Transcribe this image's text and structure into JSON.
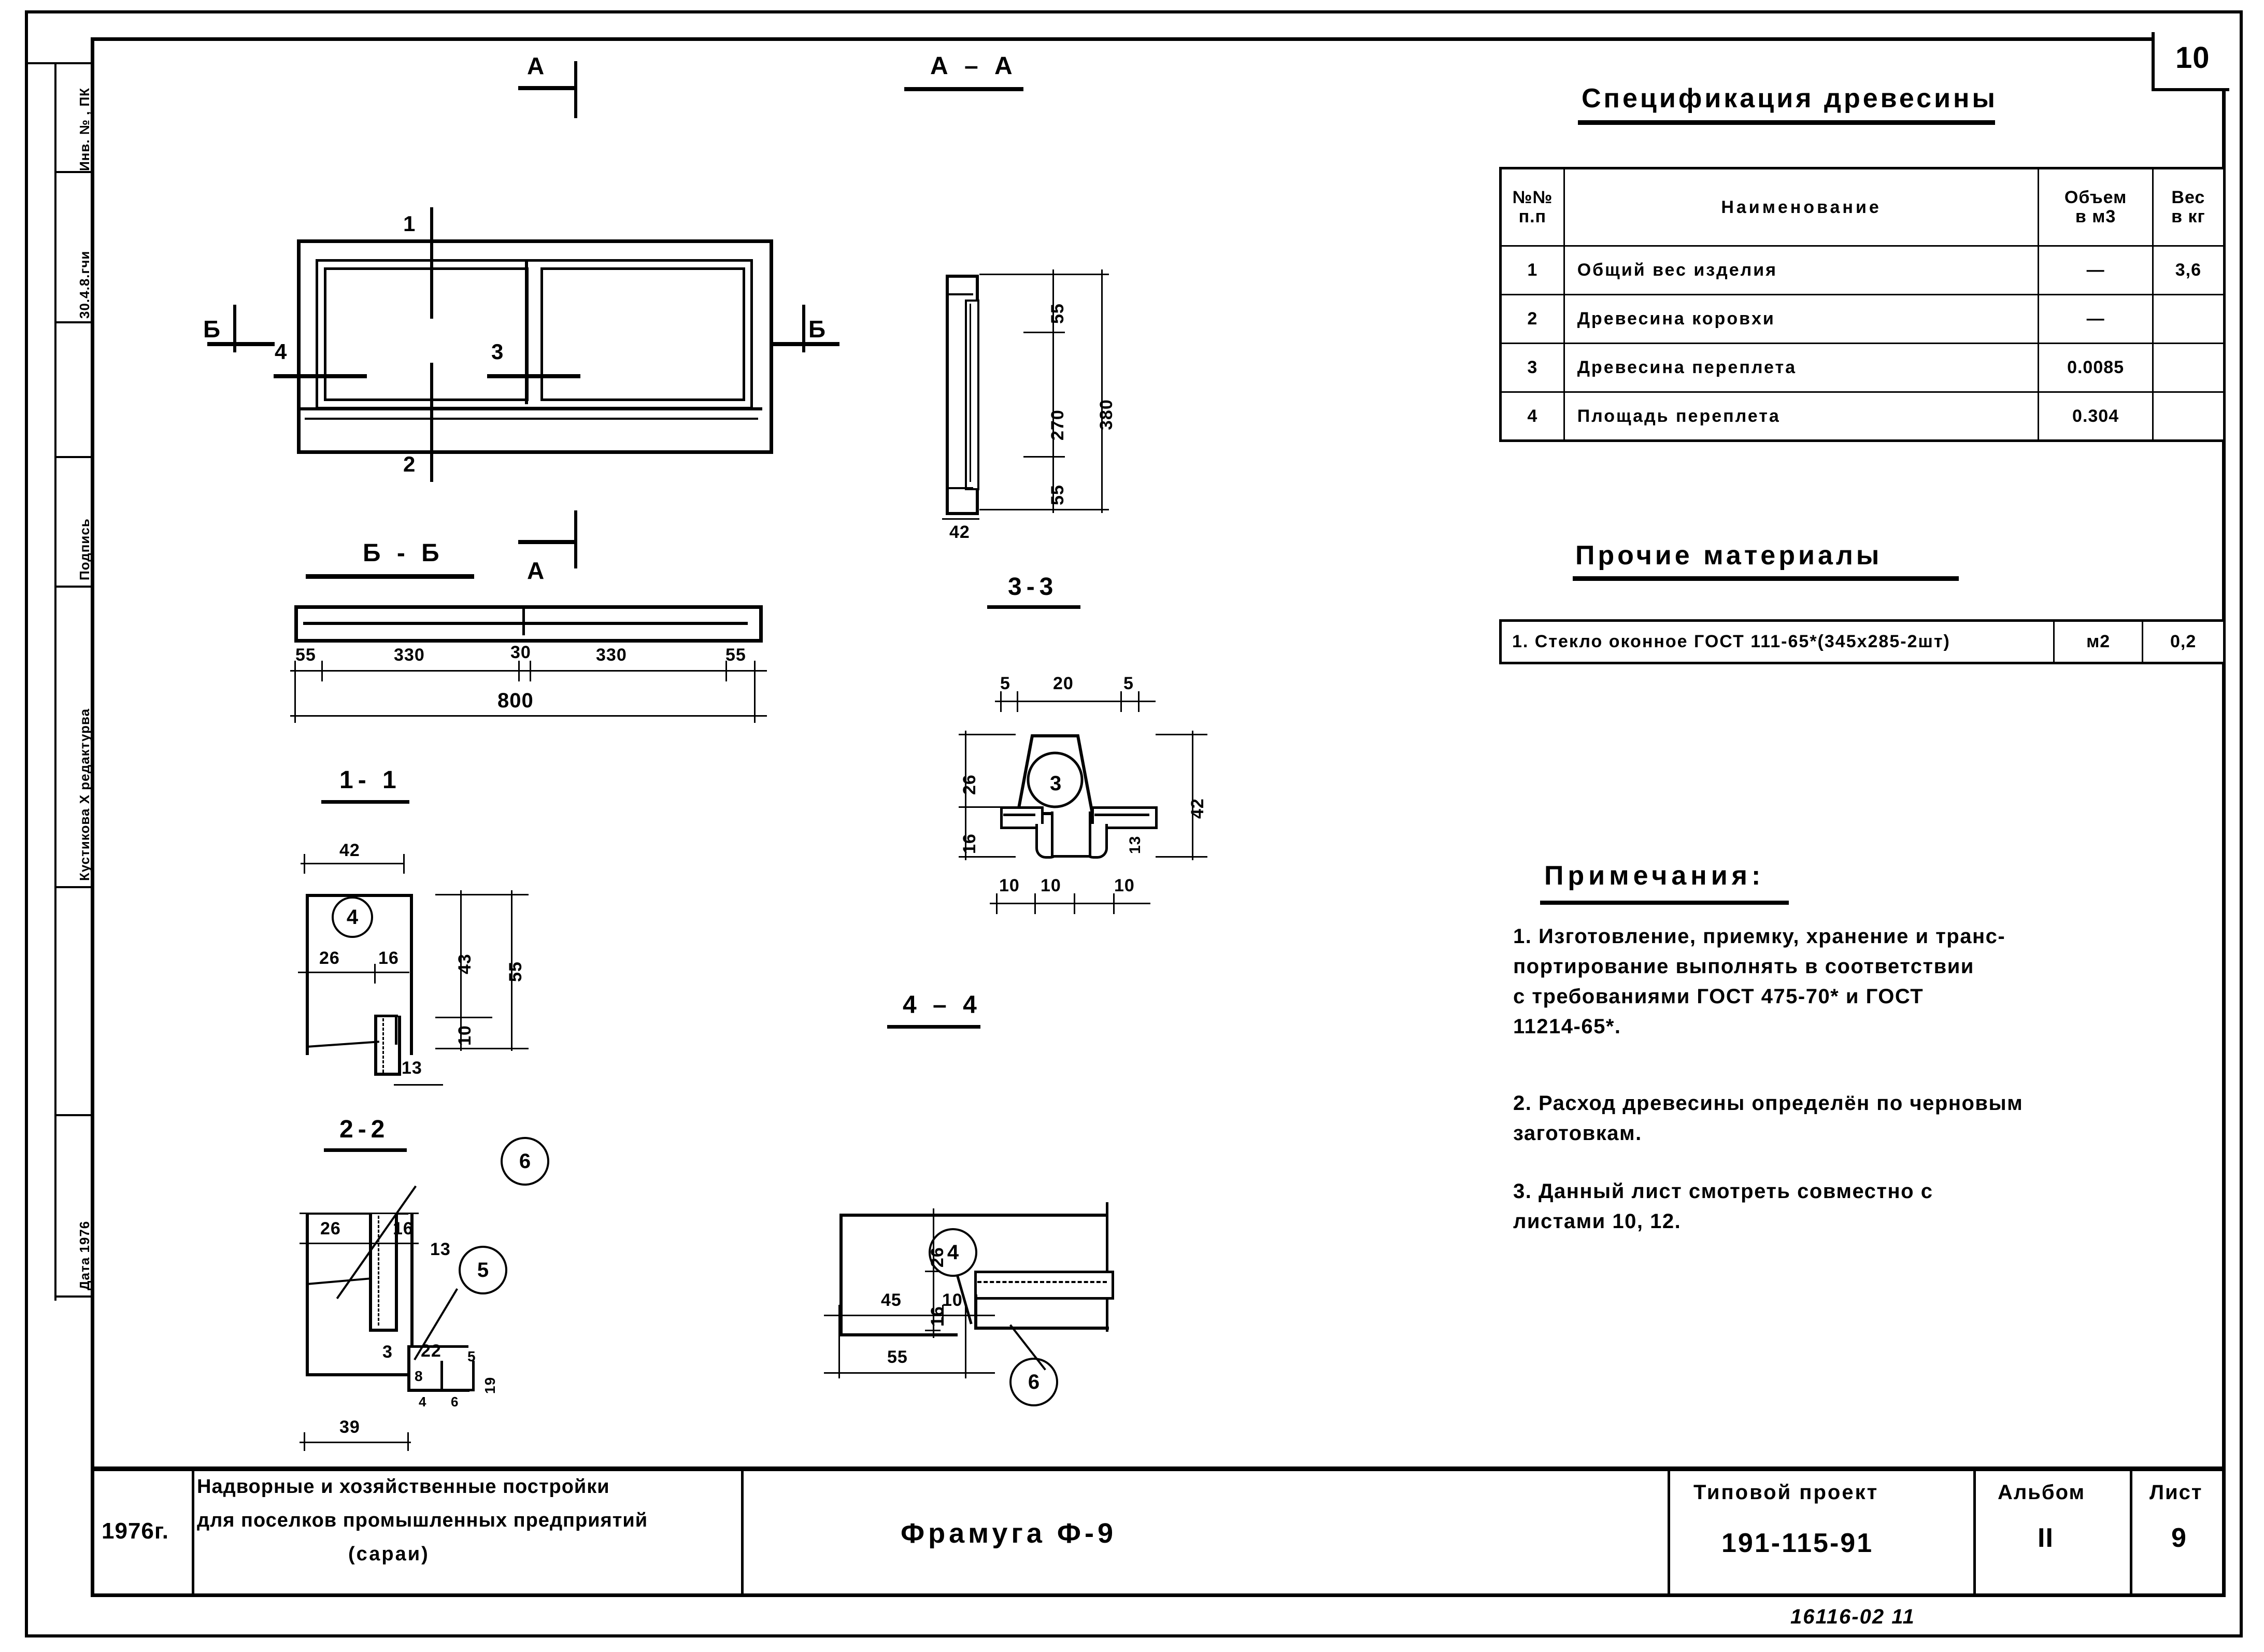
{
  "sheet": {
    "corner_number": "10",
    "bottom_code": "16116-02  11"
  },
  "left_margin": {
    "fields": [
      "Инв. № , ПК",
      "30.4.8.гчи",
      "Подпись",
      "Кустикова  Х редактурва",
      "Дата 1976"
    ]
  },
  "spec_table": {
    "title": "Спецификация древесины",
    "headers": [
      "№№\nп.п",
      "Наименование",
      "Объем\nв м3",
      "Вес\nв кг"
    ],
    "rows": [
      {
        "no": "1",
        "name": "Общий  вес  изделия",
        "volume": "—",
        "weight": "3,6"
      },
      {
        "no": "2",
        "name": "Древесина  коровхи",
        "volume": "—",
        "weight": ""
      },
      {
        "no": "3",
        "name": "Древесина  переплета",
        "volume": "0.0085",
        "weight": ""
      },
      {
        "no": "4",
        "name": "Площадь    переплета",
        "volume": "0.304",
        "weight": ""
      }
    ]
  },
  "other_materials": {
    "title": "Прочие  материалы",
    "rows": [
      {
        "name": "1. Стекло оконное   ГОСТ 111-65*(345x285-2шт)",
        "unit": "м2",
        "qty": "0,2"
      }
    ]
  },
  "notes": {
    "title": "Примечания:",
    "items": [
      "1. Изготовление, приемку,  хранение и транс-\nпортирование  выполнять  в  соответствии\nс требованиями   ГОСТ 475-70* и   ГОСТ\n11214-65*.",
      "2. Расход древесины определён по черновым\nзаготовкам.",
      "3. Данный лист смотреть  совместно с\nлистами   10, 12."
    ]
  },
  "views": {
    "elevation": {
      "marks_top": "1",
      "marks_bottom": "2",
      "mark_center": "3",
      "mark_left": "4",
      "section_a_top": "А",
      "section_a_bottom": "А",
      "section_b_left": "Б",
      "section_b_right": "Б"
    },
    "section_aa": {
      "title": "А – А",
      "dims": [
        "55",
        "270",
        "55",
        "380",
        "42"
      ]
    },
    "section_bb": {
      "title": "Б - Б",
      "dims": [
        "55",
        "330",
        "30",
        "330",
        "55",
        "800"
      ]
    },
    "detail_11": {
      "title": "1- 1",
      "balloon": "4",
      "dims": [
        "42",
        "26",
        "16",
        "43",
        "55",
        "10",
        "13"
      ]
    },
    "detail_22": {
      "title": "2-2",
      "balloons": [
        "6",
        "5"
      ],
      "dims": [
        "26",
        "16",
        "13",
        "3",
        "22",
        "5",
        "8",
        "4",
        "6",
        "19",
        "39"
      ]
    },
    "detail_33": {
      "title": "3-3",
      "balloon": "3",
      "dims": [
        "5",
        "20",
        "5",
        "26",
        "16",
        "42",
        "13",
        "10",
        "10",
        "10"
      ]
    },
    "detail_44": {
      "title": "4 – 4",
      "balloons": [
        "4",
        "6"
      ],
      "dims": [
        "26",
        "16",
        "45",
        "10",
        "55"
      ]
    }
  },
  "title_block": {
    "year": "1976г.",
    "organization_line1": "Надворные и хозяйственные постройки",
    "organization_line2": "для поселков промышленных предприятий",
    "organization_line3": "(сараи)",
    "drawing_name": "Фрамуга   Ф-9",
    "project_label": "Типовой   проект",
    "project_number": "191-115-91",
    "album_label": "Альбом",
    "album_value": "II",
    "sheet_label": "Лист",
    "sheet_value": "9"
  }
}
